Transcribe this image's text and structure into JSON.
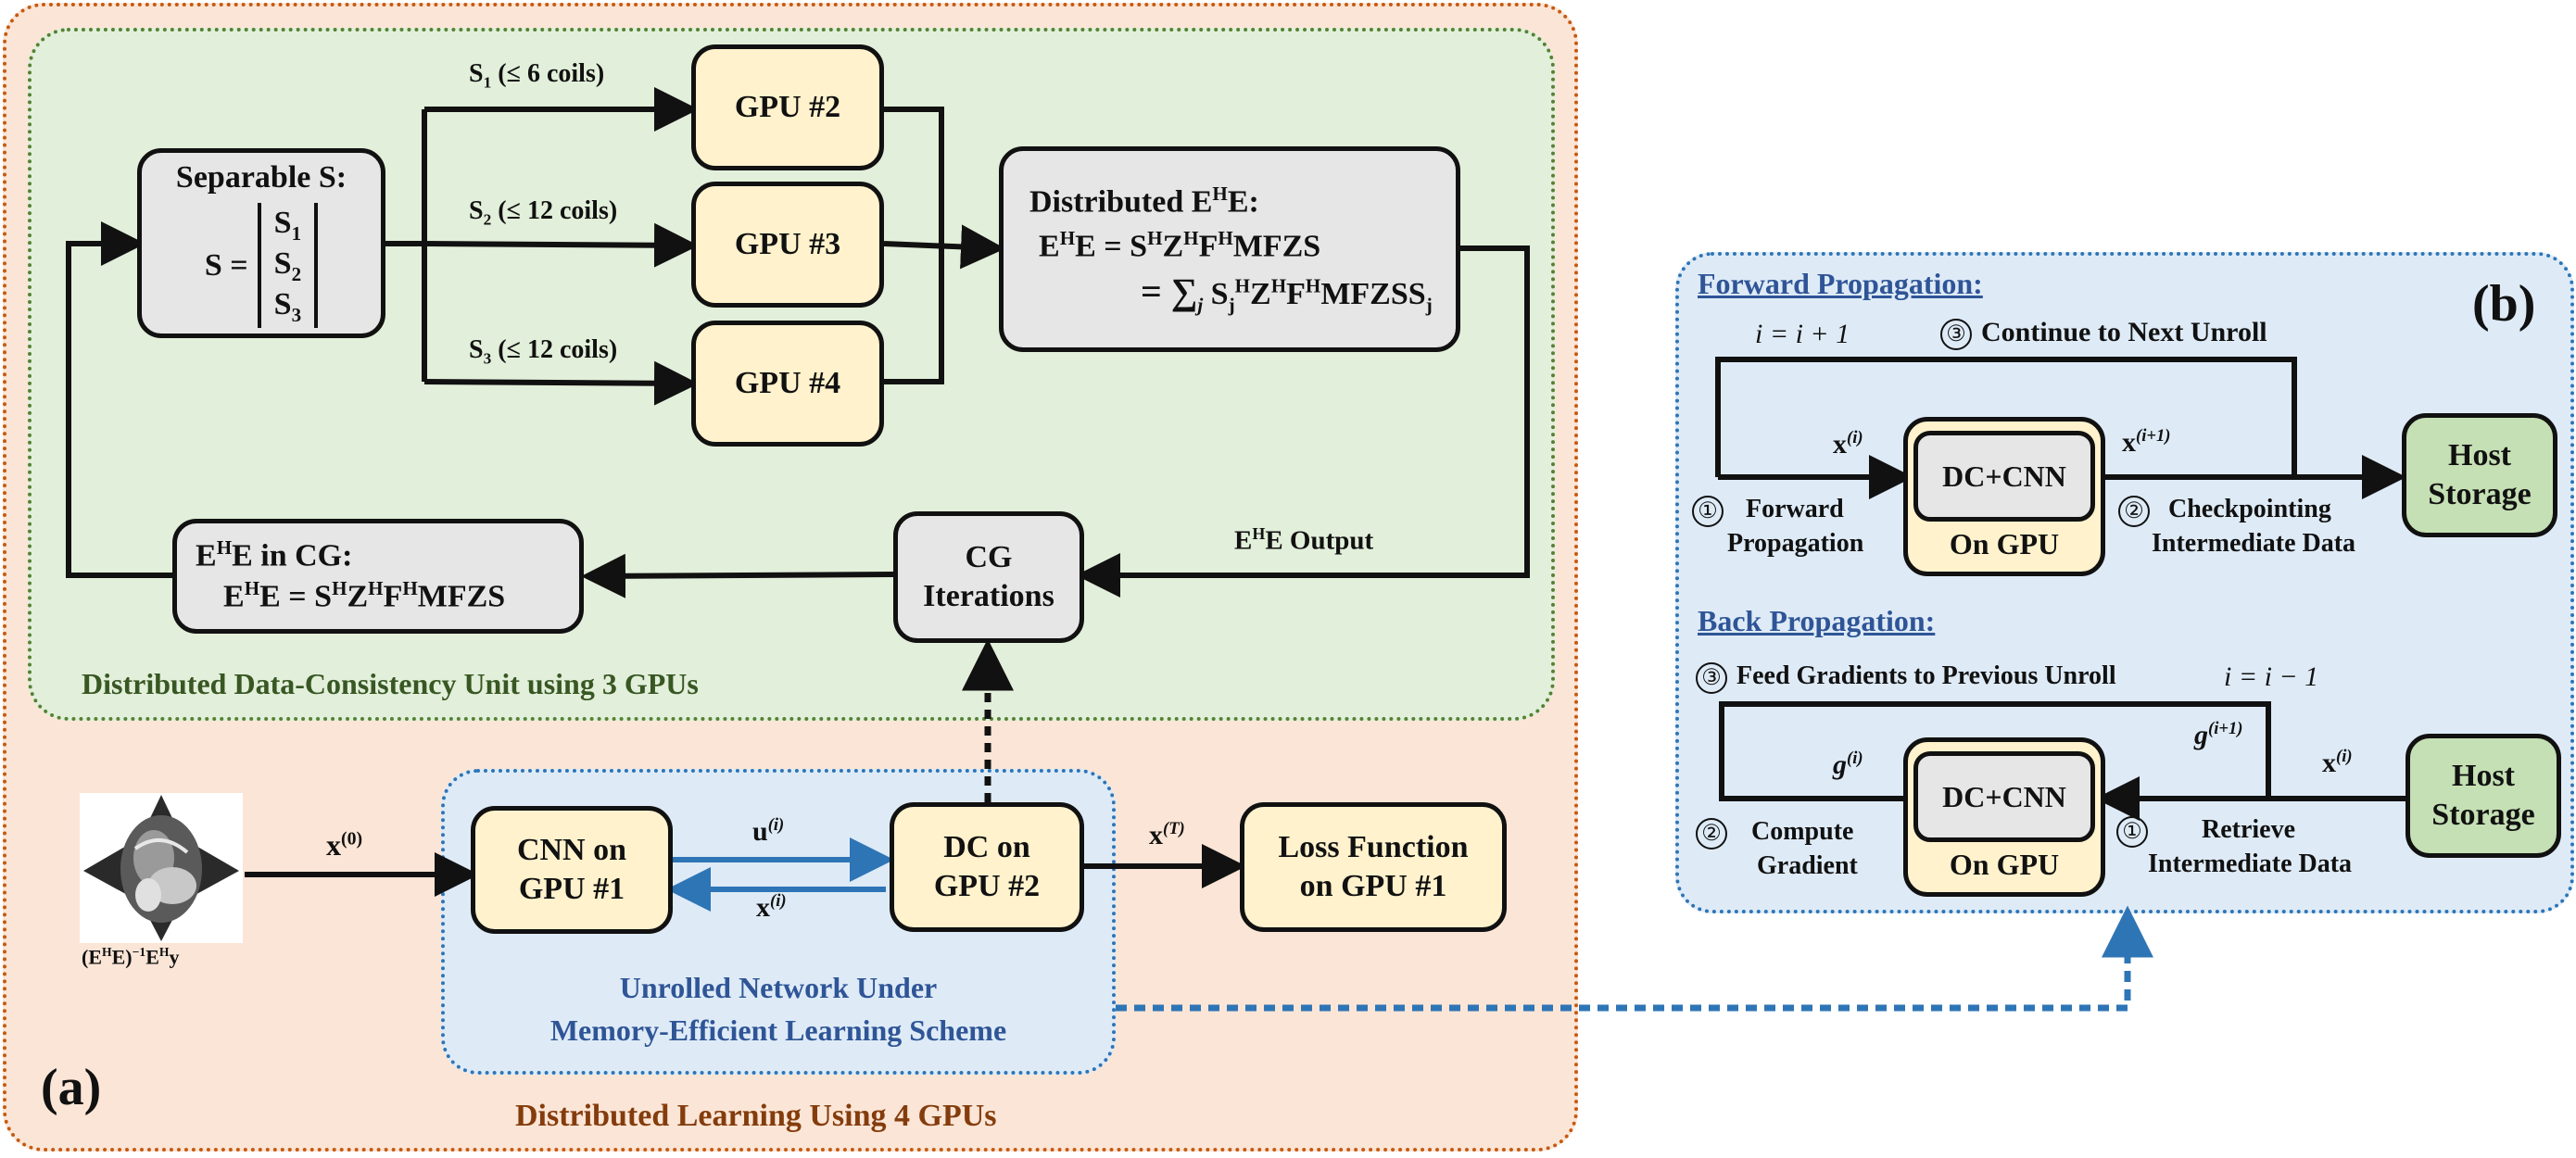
{
  "panel_a": {
    "tag": "(a)",
    "outer_caption": "Distributed Learning Using 4 GPUs",
    "inner_caption": "Distributed Data-Consistency Unit using 3 GPUs",
    "separable": {
      "title": "Separable S:",
      "lhs": "S =",
      "rows": [
        "S",
        "S",
        "S"
      ],
      "subs": [
        "1",
        "2",
        "3"
      ]
    },
    "branches": [
      {
        "s": "S",
        "sub": "1",
        "text": " (≤ 6 coils)"
      },
      {
        "s": "S",
        "sub": "2",
        "text": " (≤ 12 coils)"
      },
      {
        "s": "S",
        "sub": "3",
        "text": " (≤ 12 coils)"
      }
    ],
    "gpus": [
      "GPU #2",
      "GPU #3",
      "GPU #4"
    ],
    "distributed": {
      "title": "Distributed E",
      "title_sup": "H",
      "title_end": "E:",
      "line1": "E",
      "line1_rest": "E = S",
      "line1_tail": "MFZS",
      "line2_prefix": "= ∑",
      "line2_index": "j",
      "line2_tail": "MFZS"
    },
    "ehe_output": "E",
    "ehe_output_end": "E Output",
    "cg_iterations": [
      "CG",
      "Iterations"
    ],
    "ehe_cg": {
      "title": "E",
      "title_end": "E in CG:",
      "eq_start": "E",
      "eq_mid": "E = S",
      "eq_end": "MFZS"
    },
    "init_label": "(E",
    "init_label_mid": "E)",
    "init_label_end": "E",
    "init_label_y": "y",
    "x0": "x",
    "x0_sup": "(0)",
    "cnn_box": [
      "CNN on",
      "GPU #1"
    ],
    "dc_box": [
      "DC on",
      "GPU #2"
    ],
    "u_label": "u",
    "x_label": "x",
    "xT_label": "x",
    "xT_sup": "(T)",
    "loss_box": [
      "Loss Function",
      "on GPU #1"
    ],
    "unrolled_caption": [
      "Unrolled Network Under",
      "Memory-Efficient Learning Scheme"
    ]
  },
  "panel_b": {
    "tag": "(b)",
    "forward_title": "Forward Propagation:",
    "backward_title": "Back Propagation:",
    "fwd_counter": "i = i + 1",
    "fwd_step3": "Continue to Next Unroll",
    "fwd_step1": [
      "Forward",
      "Propagation"
    ],
    "fwd_step2": [
      "Checkpointing",
      "Intermediate Data"
    ],
    "bwd_step3": "Feed Gradients to Previous Unroll",
    "bwd_counter": "i = i − 1",
    "bwd_step2": [
      "Compute",
      "Gradient"
    ],
    "bwd_step1": [
      "Retrieve",
      "Intermediate Data"
    ],
    "dc_cnn": "DC+CNN",
    "on_gpu": "On GPU",
    "host": [
      "Host",
      "Storage"
    ],
    "circled": [
      "①",
      "②",
      "③"
    ]
  },
  "colors": {
    "outer_fill": "#fbe5d6",
    "outer_border": "#c55a11",
    "inner_fill": "#e2efda",
    "inner_border": "#548235",
    "blue_fill": "#deebf7",
    "blue_border": "#2e75b6",
    "arrow_blue": "#2e75b6"
  }
}
